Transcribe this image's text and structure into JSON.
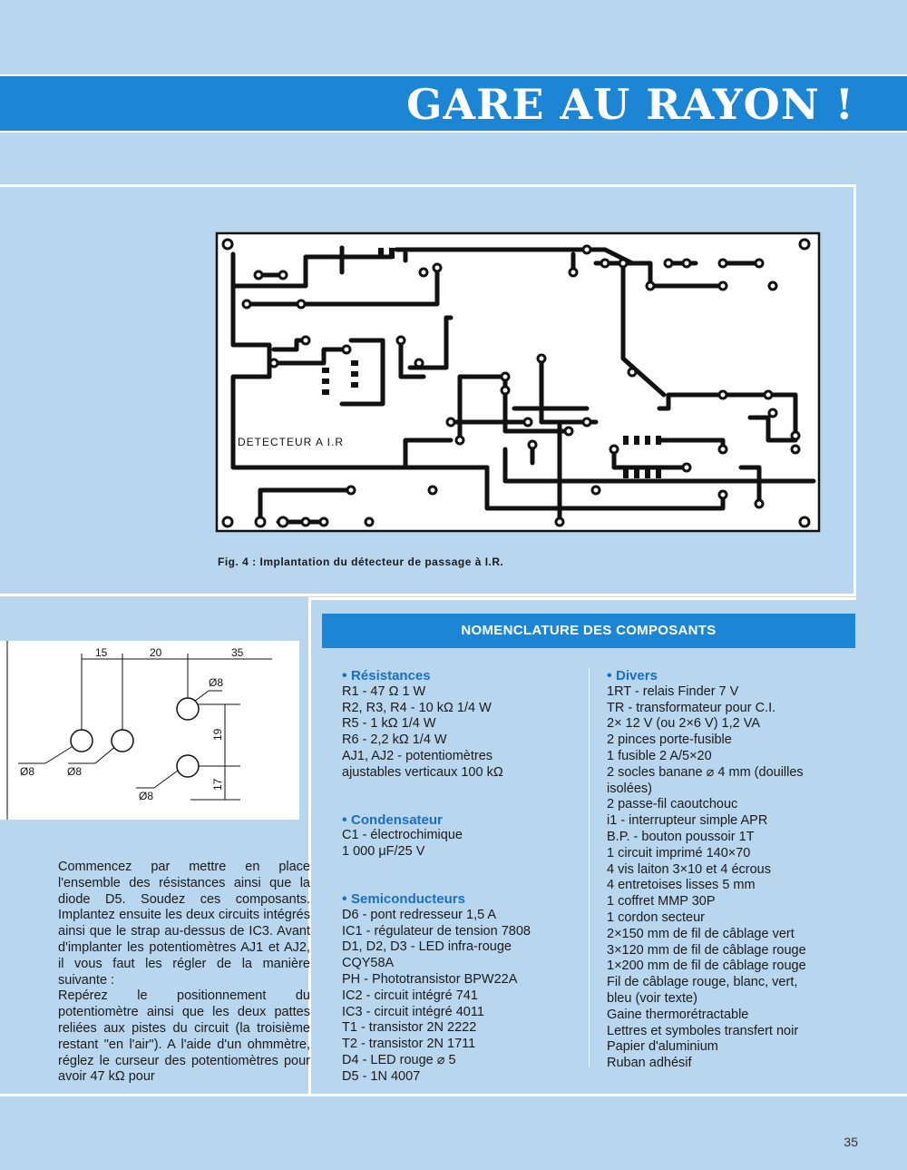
{
  "header": {
    "title": "GARE AU RAYON !"
  },
  "figure": {
    "pcb_label": "DETECTEUR  A  I.R",
    "caption": "Fig. 4 : Implantation du détecteur de passage à I.R."
  },
  "drill_diagram": {
    "dims": {
      "d1": "15",
      "d2": "20",
      "d3": "35",
      "v1": "19",
      "v2": "17"
    },
    "hole_labels": {
      "h1": "Ø8",
      "h2": "Ø8",
      "h3": "Ø8",
      "h4": "Ø8"
    }
  },
  "intro": {
    "p1": "Commencez par mettre en place l'ensemble des résistances ainsi que la diode D5. Soudez ces composants. Implantez ensuite les deux circuits intégrés ainsi que le strap au-dessus de IC3. Avant d'implanter les potentiomètres AJ1 et AJ2, il vous faut les régler de la manière suivante :",
    "p2": "Repérez le positionnement du potentiomètre ainsi que les deux pattes reliées aux pistes du circuit (la troisième restant \"en l'air\"). A l'aide d'un ohmmètre, réglez le curseur des potentiomètres pour avoir 47 kΩ pour"
  },
  "nomenclature": {
    "title": "NOMENCLATURE  DES COMPOSANTS",
    "resistances": {
      "title": "Résistances",
      "items": [
        "R1 - 47 Ω 1 W",
        "R2, R3, R4 - 10 kΩ 1/4 W",
        "R5 - 1 kΩ 1/4 W",
        "R6 - 2,2 kΩ 1/4 W",
        "AJ1, AJ2 - potentiomètres",
        "ajustables verticaux 100 kΩ"
      ]
    },
    "condensateur": {
      "title": "Condensateur",
      "items": [
        "C1 - électrochimique",
        "1 000 μF/25 V"
      ]
    },
    "semiconducteurs": {
      "title": "Semiconducteurs",
      "items": [
        "D6 - pont redresseur 1,5 A",
        "IC1 - régulateur de tension 7808",
        "D1, D2, D3 - LED infra-rouge",
        "CQY58A",
        "PH - Phototransistor BPW22A",
        "IC2 - circuit intégré 741",
        "IC3 - circuit intégré 4011",
        "T1 - transistor 2N 2222",
        "T2 - transistor 2N 1711",
        "D4 - LED rouge ⌀ 5",
        "D5 - 1N 4007"
      ]
    },
    "divers": {
      "title": "Divers",
      "items": [
        "1RT - relais Finder 7 V",
        "TR - transformateur pour C.I.",
        "2× 12 V (ou 2×6 V) 1,2 VA",
        "2 pinces porte-fusible",
        "1 fusible 2 A/5×20",
        "2 socles banane ⌀ 4 mm (douilles",
        "isolées)",
        "2 passe-fil caoutchouc",
        "i1 - interrupteur simple APR",
        "B.P. - bouton poussoir 1T",
        "1 circuit imprimé 140×70",
        "4 vis laiton 3×10 et 4 écrous",
        "4 entretoises lisses 5 mm",
        "1 coffret MMP 30P",
        "1 cordon secteur",
        "2×150 mm de fil de câblage vert",
        "3×120 mm de fil de câblage rouge",
        "1×200 mm de fil de câblage rouge",
        "Fil de câblage rouge, blanc, vert,",
        "bleu (voir texte)",
        "Gaine thermorétractable",
        "Lettres et symboles transfert noir",
        "Papier d'aluminium",
        "Ruban adhésif"
      ]
    }
  },
  "page_number": "35"
}
